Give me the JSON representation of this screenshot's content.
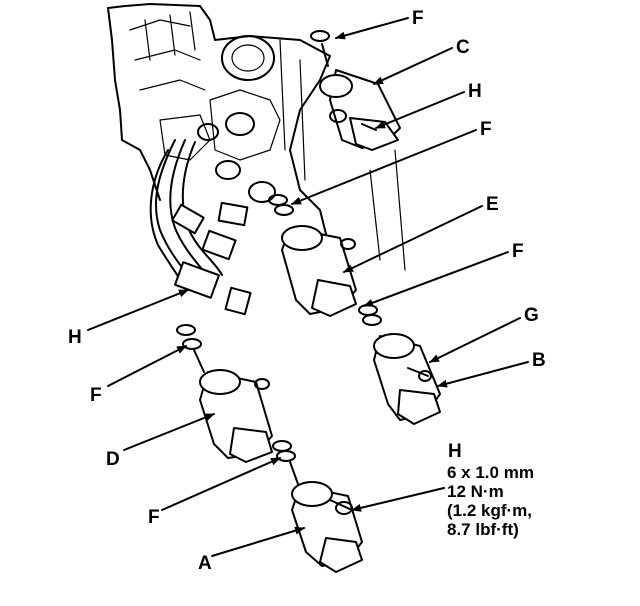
{
  "labels": {
    "f1": "F",
    "c": "C",
    "h1": "H",
    "f2": "F",
    "e": "E",
    "f3": "F",
    "h2": "H",
    "g": "G",
    "b": "B",
    "f4": "F",
    "d": "D",
    "f5": "F",
    "a": "A",
    "h3": "H"
  },
  "torque_spec": {
    "bolt": "6 x 1.0 mm",
    "torque_nm": "12 N·m",
    "torque_kgf": "(1.2 kgf·m,",
    "torque_lbf": "8.7 lbf·ft)"
  }
}
